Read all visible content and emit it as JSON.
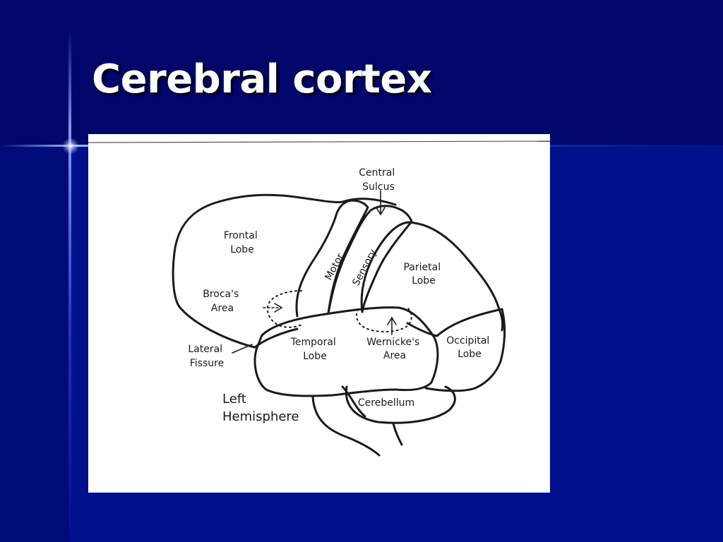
{
  "slide": {
    "title": "Cerebral cortex",
    "colors": {
      "background": "#000f8c",
      "title": "#ffffff",
      "figure_background": "#ffffff"
    }
  },
  "diagram": {
    "labels": {
      "central_sulcus": [
        "Central",
        "Sulcus"
      ],
      "frontal_lobe": [
        "Frontal",
        "Lobe"
      ],
      "motor": "Motor",
      "sensory": "Sensory",
      "parietal_lobe": [
        "Parietal",
        "Lobe"
      ],
      "brocas_area": [
        "Broca's",
        "Area"
      ],
      "lateral_fissure": [
        "Lateral",
        "Fissure"
      ],
      "temporal_lobe": [
        "Temporal",
        "Lobe"
      ],
      "wernickes_area": [
        "Wernicke's",
        "Area"
      ],
      "occipital_lobe": [
        "Occipital",
        "Lobe"
      ],
      "cerebellum": "Cerebellum",
      "left_hemisphere": [
        "Left",
        "Hemisphere"
      ]
    }
  }
}
